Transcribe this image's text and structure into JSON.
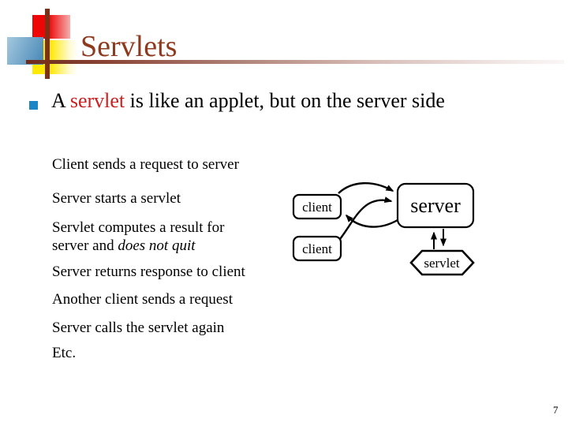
{
  "title": "Servlets",
  "bullet": {
    "pre": "A ",
    "highlight": "servlet",
    "post": " is like an applet, but on the server side"
  },
  "steps": [
    {
      "text": "Client sends a request to server"
    },
    {
      "text": "Server starts a servlet"
    },
    {
      "line1": "Servlet computes a result for",
      "line2_pre": "server and ",
      "line2_italic": "does not quit"
    },
    {
      "text": "Server returns response to client"
    },
    {
      "text": "Another client sends a request"
    },
    {
      "text": "Server calls the servlet again"
    },
    {
      "text": "Etc."
    }
  ],
  "diagram": {
    "client1_label": "client",
    "client2_label": "client",
    "server_label": "server",
    "servlet_label": "servlet"
  },
  "page_number": "7",
  "colors": {
    "title_brown": "#8e3a1f",
    "logo_line_brown": "#7d3018",
    "logo_red": "#ee0505",
    "logo_yellow": "#ffe802",
    "logo_blue": "#4f8dba",
    "bullet_square_blue": "#1c85c6",
    "highlight_red": "#cc2020"
  }
}
